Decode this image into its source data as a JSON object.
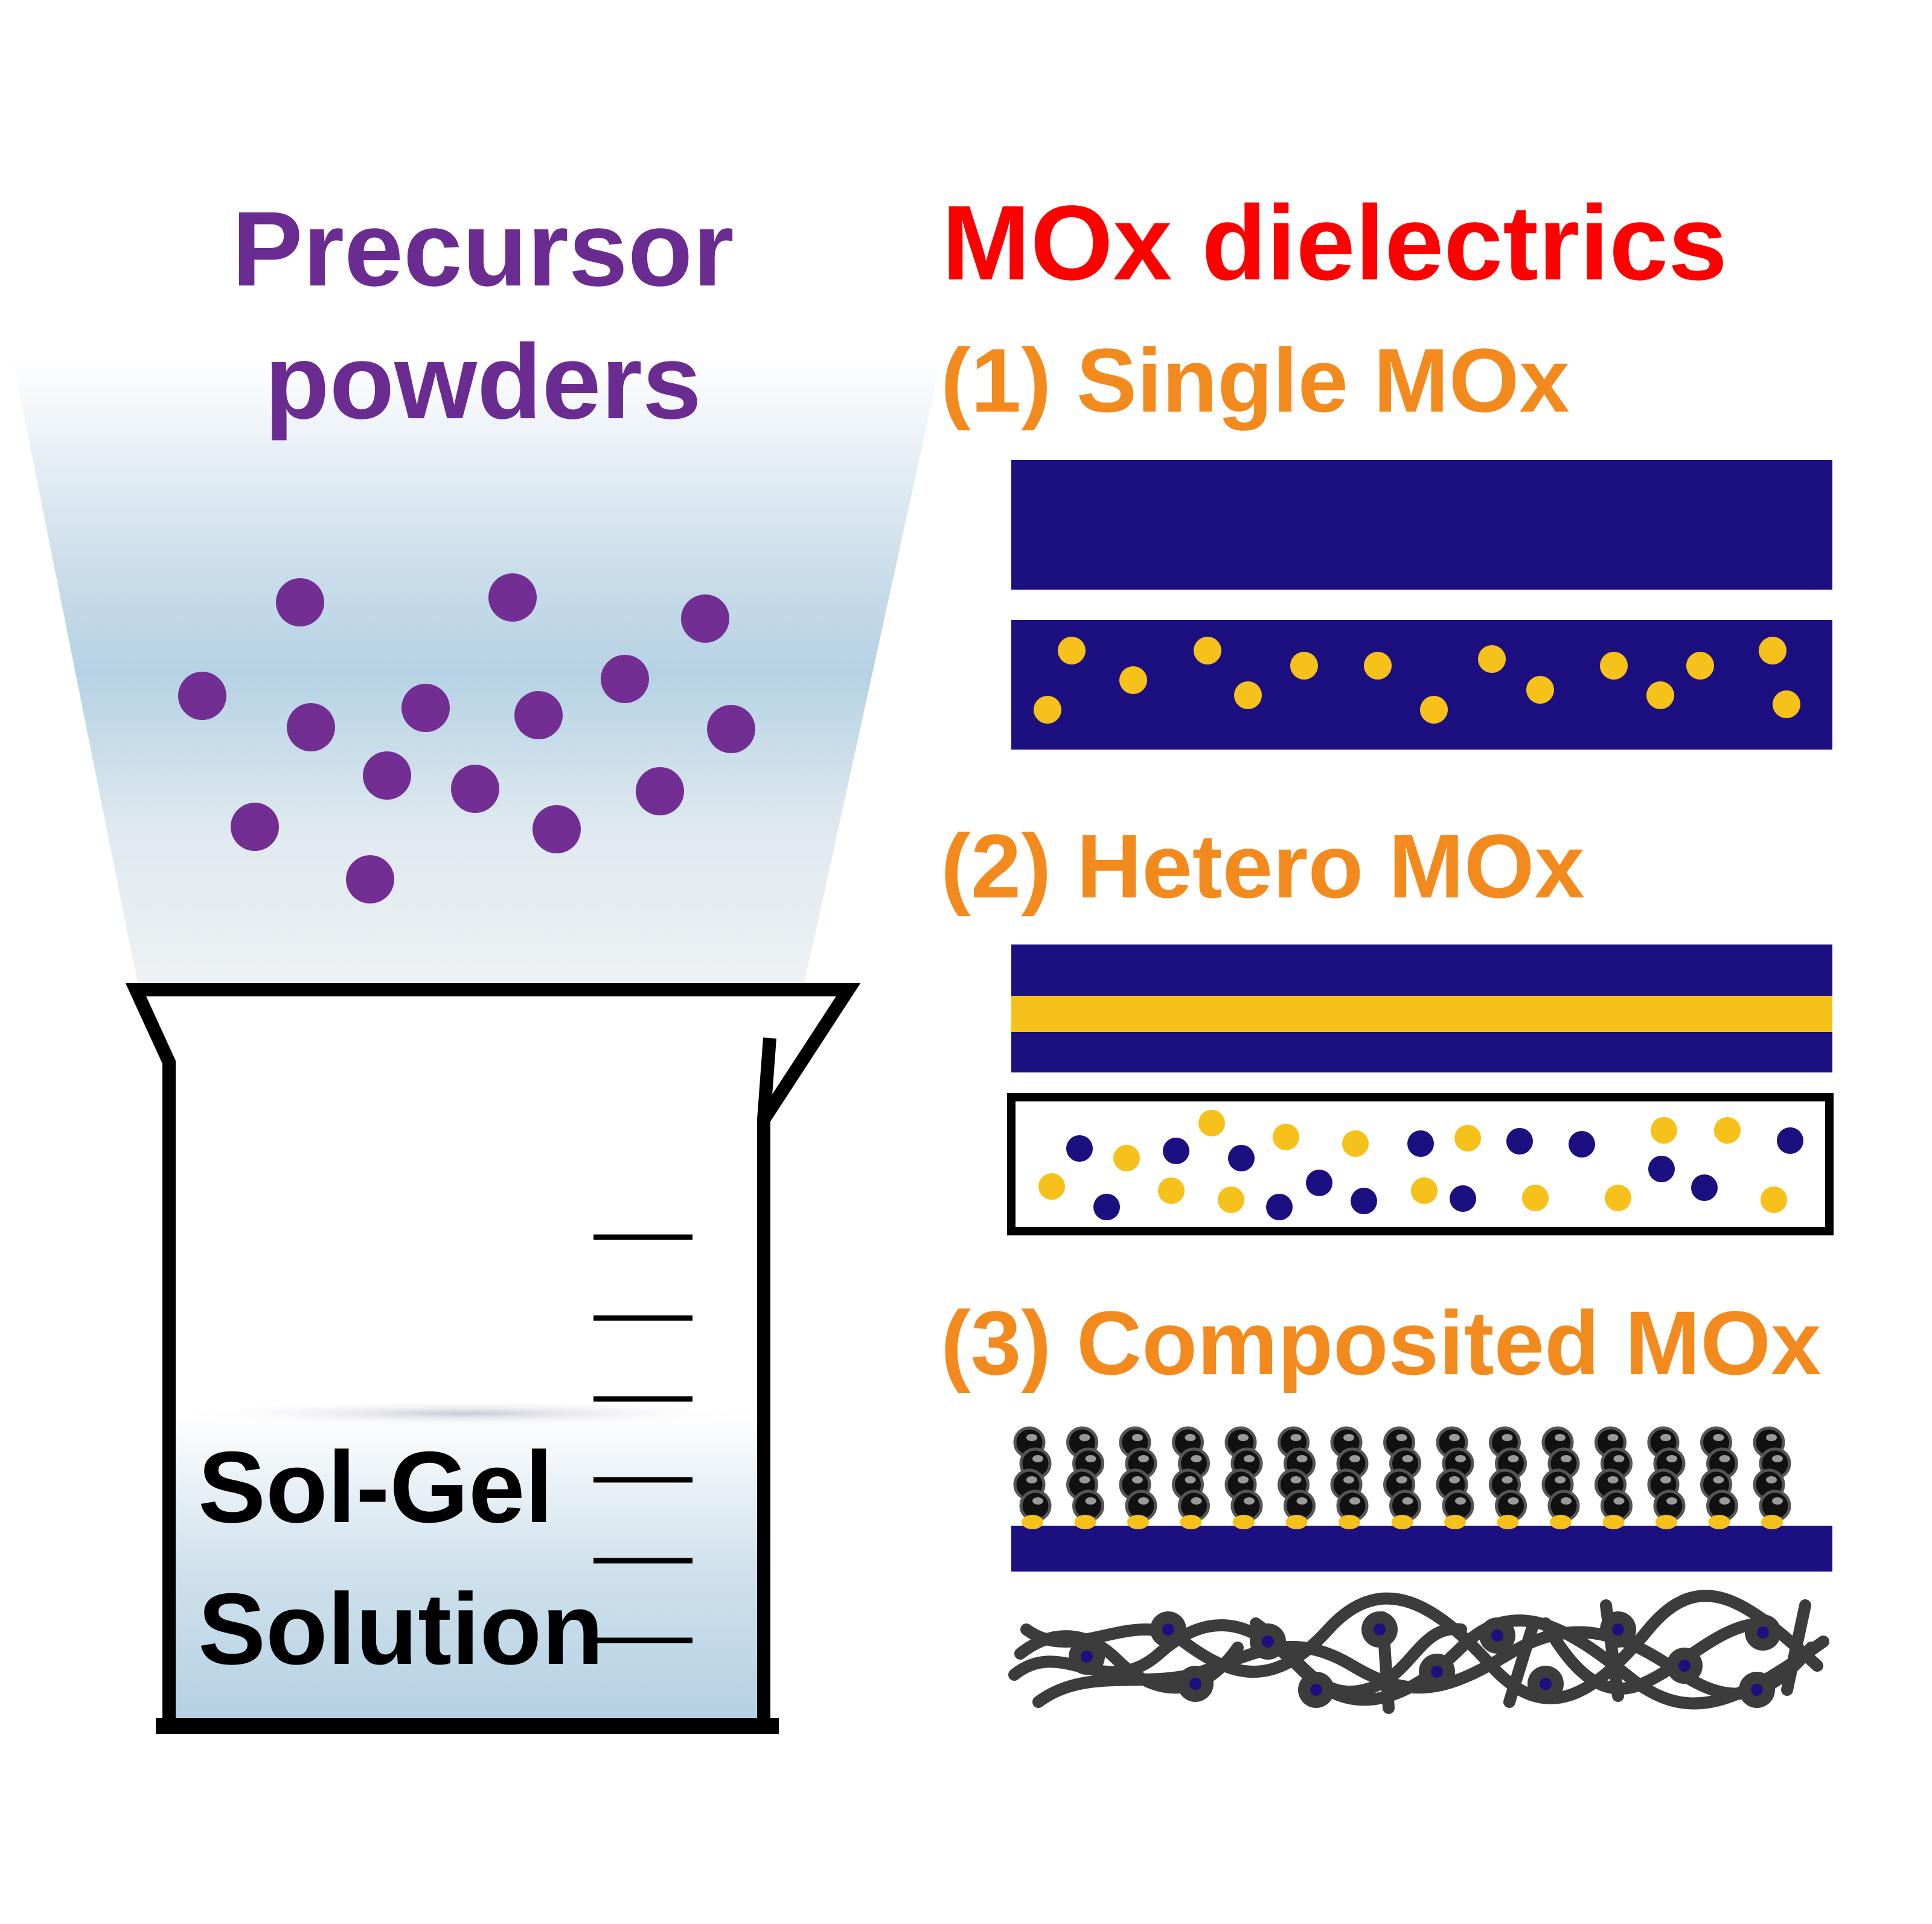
{
  "left": {
    "title_line1": "Precursor",
    "title_line2": "powders",
    "beaker_line1": "Sol-Gel",
    "beaker_line2": "Solution"
  },
  "right": {
    "title": "MOx dielectrics",
    "types": [
      {
        "label": "(1) Single MOx"
      },
      {
        "label": "(2) Hetero MOx"
      },
      {
        "label": "(3) Composited MOx"
      }
    ]
  },
  "colors": {
    "precursor_text": "#6b2c91",
    "title_red": "#ff0000",
    "subtitle_orange": "#f28a1e",
    "particle_purple": "#722e92",
    "navy": "#1c0f80",
    "gold": "#f5c11a",
    "polymer_gray": "#3c3c3c"
  }
}
